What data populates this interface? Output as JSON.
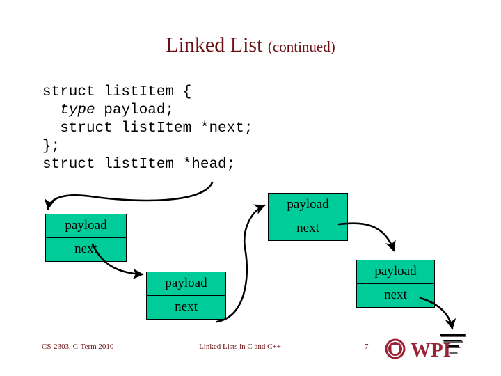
{
  "slide": {
    "title_main": "Linked List",
    "title_sub": "(continued)",
    "title_color": "#6b0f13",
    "background_color": "#ffffff"
  },
  "code": {
    "lines": [
      {
        "text": "struct listItem {",
        "italic_prefix": ""
      },
      {
        "text": "  type payload;",
        "italic_prefix": "type"
      },
      {
        "text": "  struct listItem *next;",
        "italic_prefix": ""
      },
      {
        "text": "};",
        "italic_prefix": ""
      },
      {
        "text": "struct listItem *head;",
        "italic_prefix": ""
      }
    ],
    "line1": "struct listItem {",
    "line2_indent": "  ",
    "line2_italic": "type",
    "line2_rest": " payload;",
    "line3": "  struct listItem *next;",
    "line4": "};",
    "line5": "struct listItem *head;",
    "font_color": "#000000"
  },
  "diagram": {
    "node_fill_color": "#00cc99",
    "node_border_color": "#000000",
    "arrow_color": "#000000",
    "nodes": [
      {
        "id": "node1",
        "payload_label": "payload",
        "next_label": "next"
      },
      {
        "id": "node2",
        "payload_label": "payload",
        "next_label": "next"
      },
      {
        "id": "node3",
        "payload_label": "payload",
        "next_label": "next"
      },
      {
        "id": "node4",
        "payload_label": "payload",
        "next_label": "next"
      }
    ],
    "null_terminator": "ground-symbol"
  },
  "footer": {
    "left": "CS-2303, C-Term 2010",
    "center": "Linked Lists in C and C++",
    "page_number": "7",
    "logo_text": "WPI",
    "logo_color": "#9b2235",
    "text_color": "#6b0f13"
  }
}
